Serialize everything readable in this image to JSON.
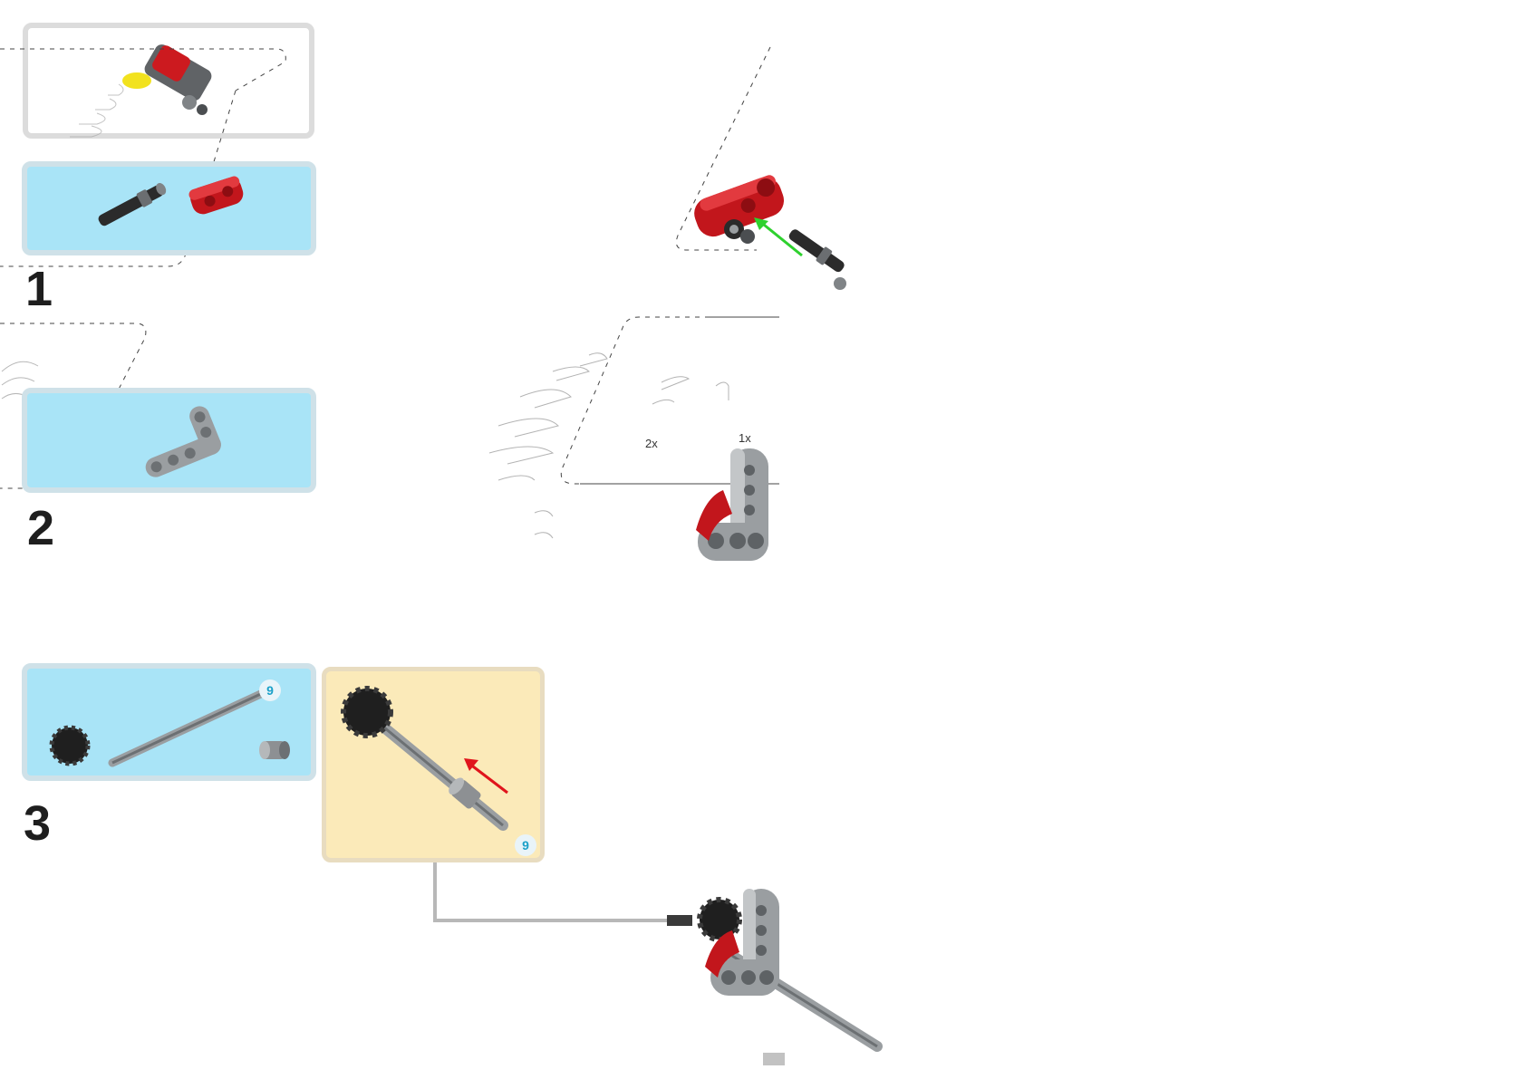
{
  "steps": [
    {
      "number": "1",
      "parts": [
        {
          "qty": ""
        },
        {
          "qty": ""
        }
      ]
    },
    {
      "number": "2",
      "parts": [
        {
          "qty": ""
        }
      ]
    },
    {
      "number": "3",
      "parts": [
        {
          "qty": ""
        },
        {
          "qty": ""
        },
        {
          "qty": ""
        }
      ]
    }
  ],
  "callouts": {
    "axle_length_top": "9",
    "axle_length_sub": "9"
  },
  "ghost_quantities": {
    "a": "2x",
    "b": "1x"
  },
  "page_number": "",
  "icons": [
    "lego-axle-pin",
    "lego-beam-connector",
    "lego-l-beam",
    "lego-bush",
    "lego-axle",
    "lego-half-bush",
    "insert-arrow-green",
    "insert-arrow-red"
  ],
  "colors": {
    "parts_panel": "#a9e4f7",
    "sub_panel": "#fbeab9",
    "brick_red": "#d1151c",
    "beam_grey": "#9a9ea1",
    "arrow_green": "#2ed12e",
    "arrow_red": "#e0141c"
  }
}
